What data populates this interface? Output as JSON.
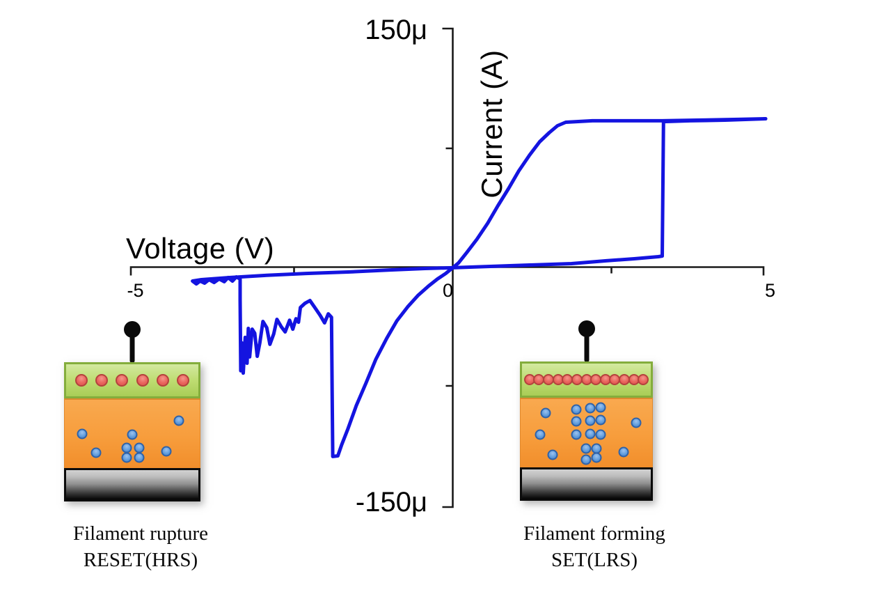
{
  "figure": {
    "description": "Current-voltage hysteresis loop of a resistive-switching memory device with filament schematics",
    "background": "#ffffff"
  },
  "colors": {
    "curve": "#1414e0",
    "axis": "#1a1a1a",
    "top_electrode_green": "#bedc72",
    "green_border": "#84ad3c",
    "oxide_orange": "#f79d3c",
    "oxygen_ion_red": "#e9655d",
    "vacancy_blue": "#649fdd"
  },
  "chart_data": {
    "type": "line",
    "title": "",
    "xlabel": "Voltage (V)",
    "ylabel": "Current (A)",
    "xlim": [
      -5,
      5
    ],
    "ylim": [
      -150,
      150
    ],
    "grid": false,
    "legend": "none",
    "x_ticks": [
      {
        "value": -5,
        "label": "-5"
      },
      {
        "value": 0,
        "label": "0"
      },
      {
        "value": 5,
        "label": "5"
      }
    ],
    "x_minor_ticks": [
      -2.5,
      0,
      2.5
    ],
    "y_ticks": [
      {
        "value": 150,
        "label": "150μ"
      },
      {
        "value": -150,
        "label": "-150μ"
      }
    ],
    "y_minor_ticks": [
      75,
      -75
    ],
    "series": [
      {
        "name": "I-V hysteresis loop (current in microamps)",
        "points": [
          [
            0,
            -0.4
          ],
          [
            0.55,
            0.4
          ],
          [
            1.21,
            1.3
          ],
          [
            1.87,
            2.2
          ],
          [
            2.42,
            4
          ],
          [
            2.86,
            5.3
          ],
          [
            3.24,
            6.6
          ],
          [
            3.3,
            7
          ],
          [
            3.32,
            91.9
          ],
          [
            3.74,
            92.4
          ],
          [
            4.29,
            92.8
          ],
          [
            4.93,
            93.7
          ],
          [
            4.5,
            93.3
          ],
          [
            3.85,
            92.8
          ],
          [
            3.3,
            92.4
          ],
          [
            2.53,
            92.4
          ],
          [
            2.2,
            92.4
          ],
          [
            1.78,
            91.5
          ],
          [
            1.65,
            89.3
          ],
          [
            1.52,
            84.9
          ],
          [
            1.37,
            79.2
          ],
          [
            1.21,
            70.8
          ],
          [
            1.04,
            60.7
          ],
          [
            0.88,
            49.7
          ],
          [
            0.71,
            38.7
          ],
          [
            0.55,
            27.7
          ],
          [
            0.38,
            17.6
          ],
          [
            0.22,
            9.2
          ],
          [
            0.09,
            2.6
          ],
          [
            0,
            -0.4
          ],
          [
            -0.11,
            -4
          ],
          [
            -0.24,
            -7.5
          ],
          [
            -0.38,
            -11.9
          ],
          [
            -0.55,
            -18
          ],
          [
            -0.71,
            -25.1
          ],
          [
            -0.88,
            -33.9
          ],
          [
            -1.04,
            -44.9
          ],
          [
            -1.21,
            -58.1
          ],
          [
            -1.37,
            -73.5
          ],
          [
            -1.52,
            -87.5
          ],
          [
            -1.65,
            -102
          ],
          [
            -1.75,
            -112.2
          ],
          [
            -1.81,
            -119.2
          ],
          [
            -1.89,
            -119.6
          ],
          [
            -1.9,
            -77.9
          ],
          [
            -1.91,
            -31.7
          ],
          [
            -1.96,
            -29.5
          ],
          [
            -2.02,
            -35.2
          ],
          [
            -2.09,
            -30.4
          ],
          [
            -2.18,
            -25.1
          ],
          [
            -2.25,
            -21.1
          ],
          [
            -2.33,
            -22.9
          ],
          [
            -2.4,
            -25.5
          ],
          [
            -2.43,
            -34.8
          ],
          [
            -2.47,
            -32.6
          ],
          [
            -2.52,
            -39.2
          ],
          [
            -2.57,
            -33.5
          ],
          [
            -2.64,
            -40.9
          ],
          [
            -2.7,
            -37.8
          ],
          [
            -2.77,
            -33
          ],
          [
            -2.82,
            -42.2
          ],
          [
            -2.88,
            -48.8
          ],
          [
            -2.93,
            -38.3
          ],
          [
            -2.99,
            -34.3
          ],
          [
            -3.04,
            -47.9
          ],
          [
            -3.08,
            -56.3
          ],
          [
            -3.12,
            -41.8
          ],
          [
            -3.16,
            -39.2
          ],
          [
            -3.2,
            -56.7
          ],
          [
            -3.22,
            -38.7
          ],
          [
            -3.24,
            -60.7
          ],
          [
            -3.27,
            -44.4
          ],
          [
            -3.3,
            -66.9
          ],
          [
            -3.32,
            -47.9
          ],
          [
            -3.34,
            -65.5
          ],
          [
            -3.35,
            -20.7
          ],
          [
            -3.35,
            -7.5
          ],
          [
            -3.41,
            -6.2
          ],
          [
            -3.47,
            -8.8
          ],
          [
            -3.54,
            -6.6
          ],
          [
            -3.6,
            -9.2
          ],
          [
            -3.68,
            -7.5
          ],
          [
            -3.76,
            -9.7
          ],
          [
            -3.84,
            -7.9
          ],
          [
            -3.91,
            -10.1
          ],
          [
            -3.98,
            -8.8
          ],
          [
            -4.04,
            -10.6
          ],
          [
            -4.1,
            -8.8
          ],
          [
            -3.96,
            -7.9
          ],
          [
            -3.52,
            -6.6
          ],
          [
            -2.97,
            -5.3
          ],
          [
            -2.31,
            -4
          ],
          [
            -1.65,
            -3.1
          ],
          [
            -0.99,
            -1.8
          ],
          [
            -0.44,
            -0.9
          ],
          [
            0,
            -0.4
          ]
        ]
      }
    ]
  },
  "devices": {
    "left": {
      "caption_line1": "Filament rupture",
      "caption_line2": "RESET(HRS)",
      "red_dot_count": 6,
      "blue_dots": [
        [
          0.128,
          0.5
        ],
        [
          0.23,
          0.78
        ],
        [
          0.5,
          0.51
        ],
        [
          0.459,
          0.7
        ],
        [
          0.551,
          0.7
        ],
        [
          0.459,
          0.85
        ],
        [
          0.551,
          0.85
        ],
        [
          0.75,
          0.76
        ],
        [
          0.847,
          0.31
        ]
      ]
    },
    "right": {
      "caption_line1": "Filament forming",
      "caption_line2": "SET(LRS)",
      "red_dot_count": 13,
      "blue_dots": [
        [
          0.424,
          0.15
        ],
        [
          0.529,
          0.13
        ],
        [
          0.607,
          0.12
        ],
        [
          0.424,
          0.33
        ],
        [
          0.529,
          0.32
        ],
        [
          0.607,
          0.31
        ],
        [
          0.424,
          0.52
        ],
        [
          0.529,
          0.51
        ],
        [
          0.607,
          0.52
        ],
        [
          0.497,
          0.72
        ],
        [
          0.576,
          0.72
        ],
        [
          0.497,
          0.89
        ],
        [
          0.576,
          0.86
        ],
        [
          0.188,
          0.2
        ],
        [
          0.147,
          0.52
        ],
        [
          0.241,
          0.82
        ],
        [
          0.88,
          0.35
        ],
        [
          0.785,
          0.78
        ]
      ]
    }
  }
}
